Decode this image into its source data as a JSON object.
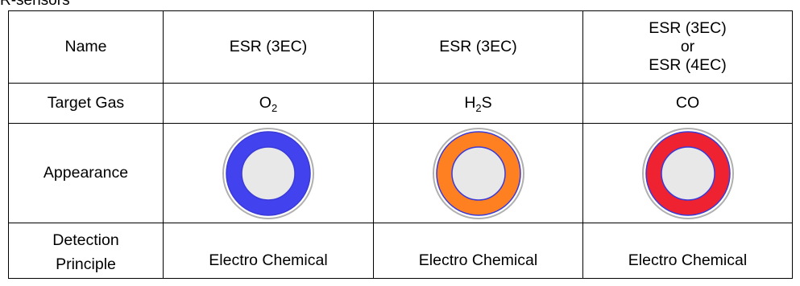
{
  "caption": "R-sensors",
  "rows": {
    "name": {
      "label": "Name",
      "values": [
        {
          "lines": [
            "ESR (3EC)"
          ]
        },
        {
          "lines": [
            "ESR (3EC)"
          ]
        },
        {
          "lines": [
            "ESR (3EC)",
            "or",
            "ESR (4EC)"
          ]
        }
      ]
    },
    "target_gas": {
      "label": "Target Gas",
      "values": [
        {
          "main": "O",
          "sub": "2",
          "tail": ""
        },
        {
          "main": "H",
          "sub": "2",
          "tail": "S"
        },
        {
          "main": "CO",
          "sub": "",
          "tail": ""
        }
      ]
    },
    "appearance": {
      "label": "Appearance",
      "colors": [
        "#4242ee",
        "#ff8020",
        "#ee2230"
      ],
      "inner_color": "#e8e8e8",
      "ring_outline": "#3a3ad8"
    },
    "detection": {
      "label_lines": [
        "Detection",
        "Principle"
      ],
      "values": [
        "Electro Chemical",
        "Electro Chemical",
        "Electro Chemical"
      ]
    }
  }
}
